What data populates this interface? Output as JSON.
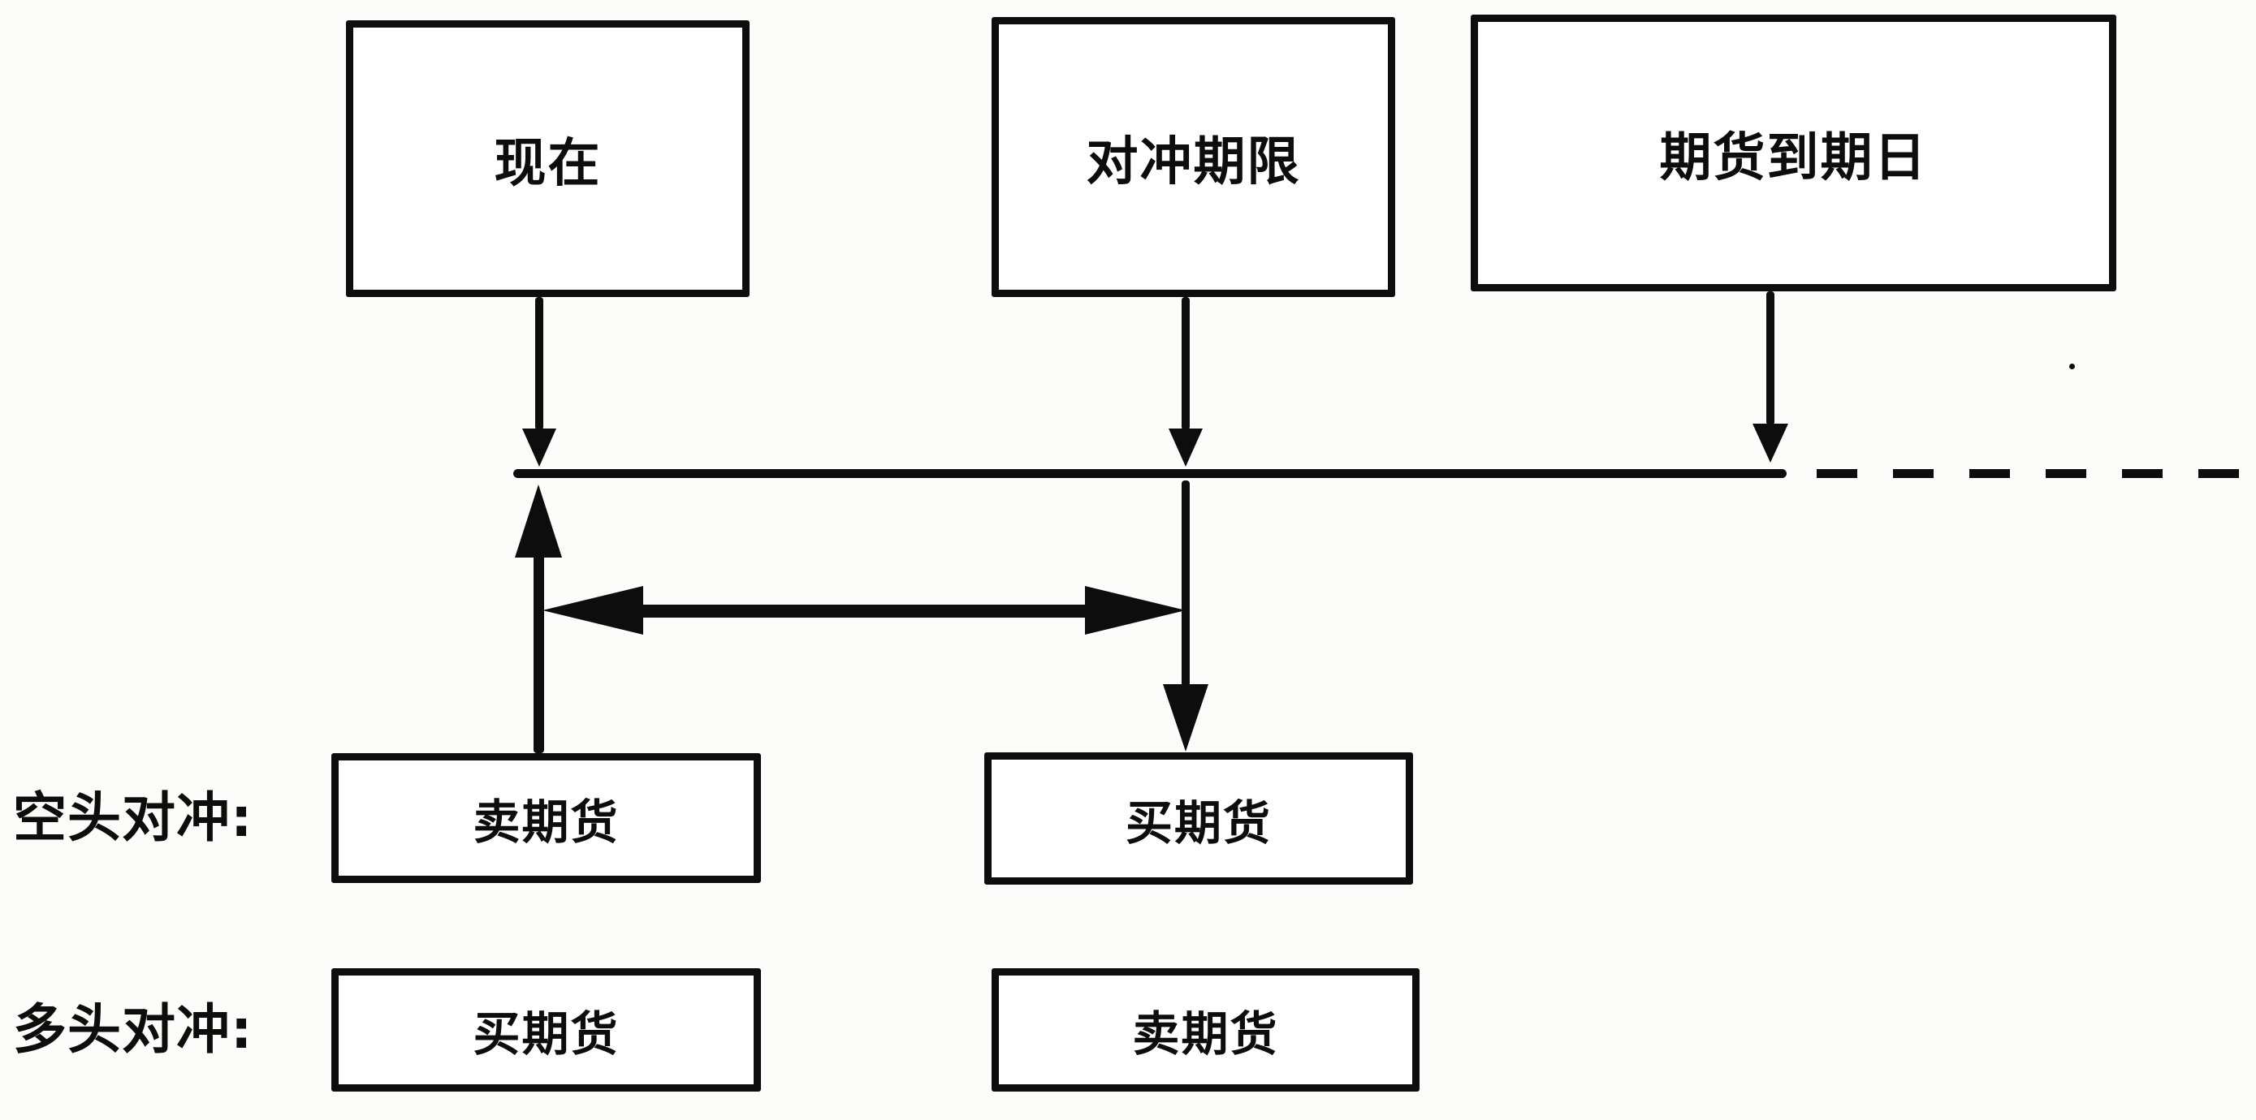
{
  "diagram": {
    "colors": {
      "ink": "#0d0d0d",
      "paper": "#fcfcfa"
    },
    "timeline_boxes": [
      {
        "id": "now",
        "label": "现在"
      },
      {
        "id": "hedge-horizon",
        "label": "对冲期限"
      },
      {
        "id": "futures-expiry",
        "label": "期货到期日"
      }
    ],
    "rows": [
      {
        "id": "short-hedge",
        "label": "空头对冲:",
        "boxes": [
          {
            "id": "short-open",
            "label": "卖期货"
          },
          {
            "id": "short-close",
            "label": "买期货"
          }
        ]
      },
      {
        "id": "long-hedge",
        "label": "多头对冲:",
        "boxes": [
          {
            "id": "long-open",
            "label": "买期货"
          },
          {
            "id": "long-close",
            "label": "卖期货"
          }
        ]
      }
    ]
  }
}
